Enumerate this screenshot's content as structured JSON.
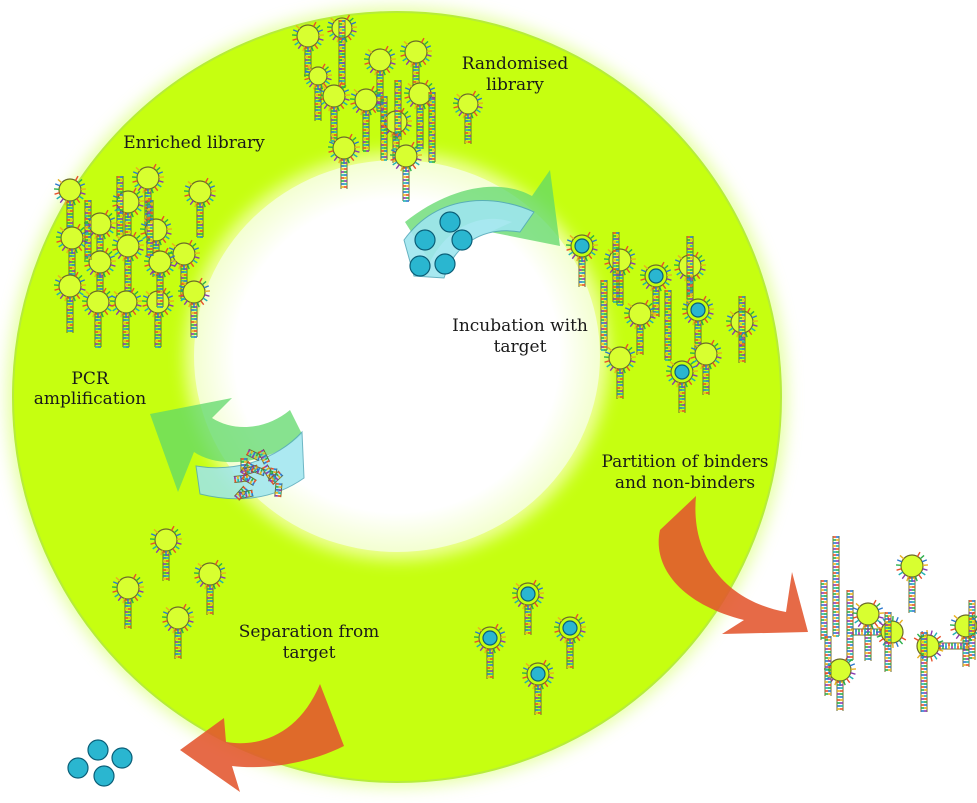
{
  "labels": {
    "randomised_line1": "Randomised",
    "randomised_line2": "library",
    "enriched": "Enriched library",
    "incubation_line1": "Incubation with",
    "incubation_line2": "target",
    "pcr_line1": "PCR",
    "pcr_line2": "amplification",
    "partition_line1": "Partition of binders",
    "partition_line2": "and non-binders",
    "separation_line1": "Separation from",
    "separation_line2": "target"
  },
  "colors": {
    "ring": "#c6ff10",
    "ring_glow": "#e6ff9a",
    "loop_fill": "#d8ff30",
    "target": "#2ab6d0",
    "target_stroke": "#0b5f78",
    "green_arrow": "#5fd86a",
    "red_arrow": "#e2552d",
    "tray": "#9ee6ef"
  },
  "icons": {
    "aptamer": "hairpin-aptamer-icon",
    "target": "target-molecule-icon",
    "arrow": "curved-arrow-icon"
  }
}
